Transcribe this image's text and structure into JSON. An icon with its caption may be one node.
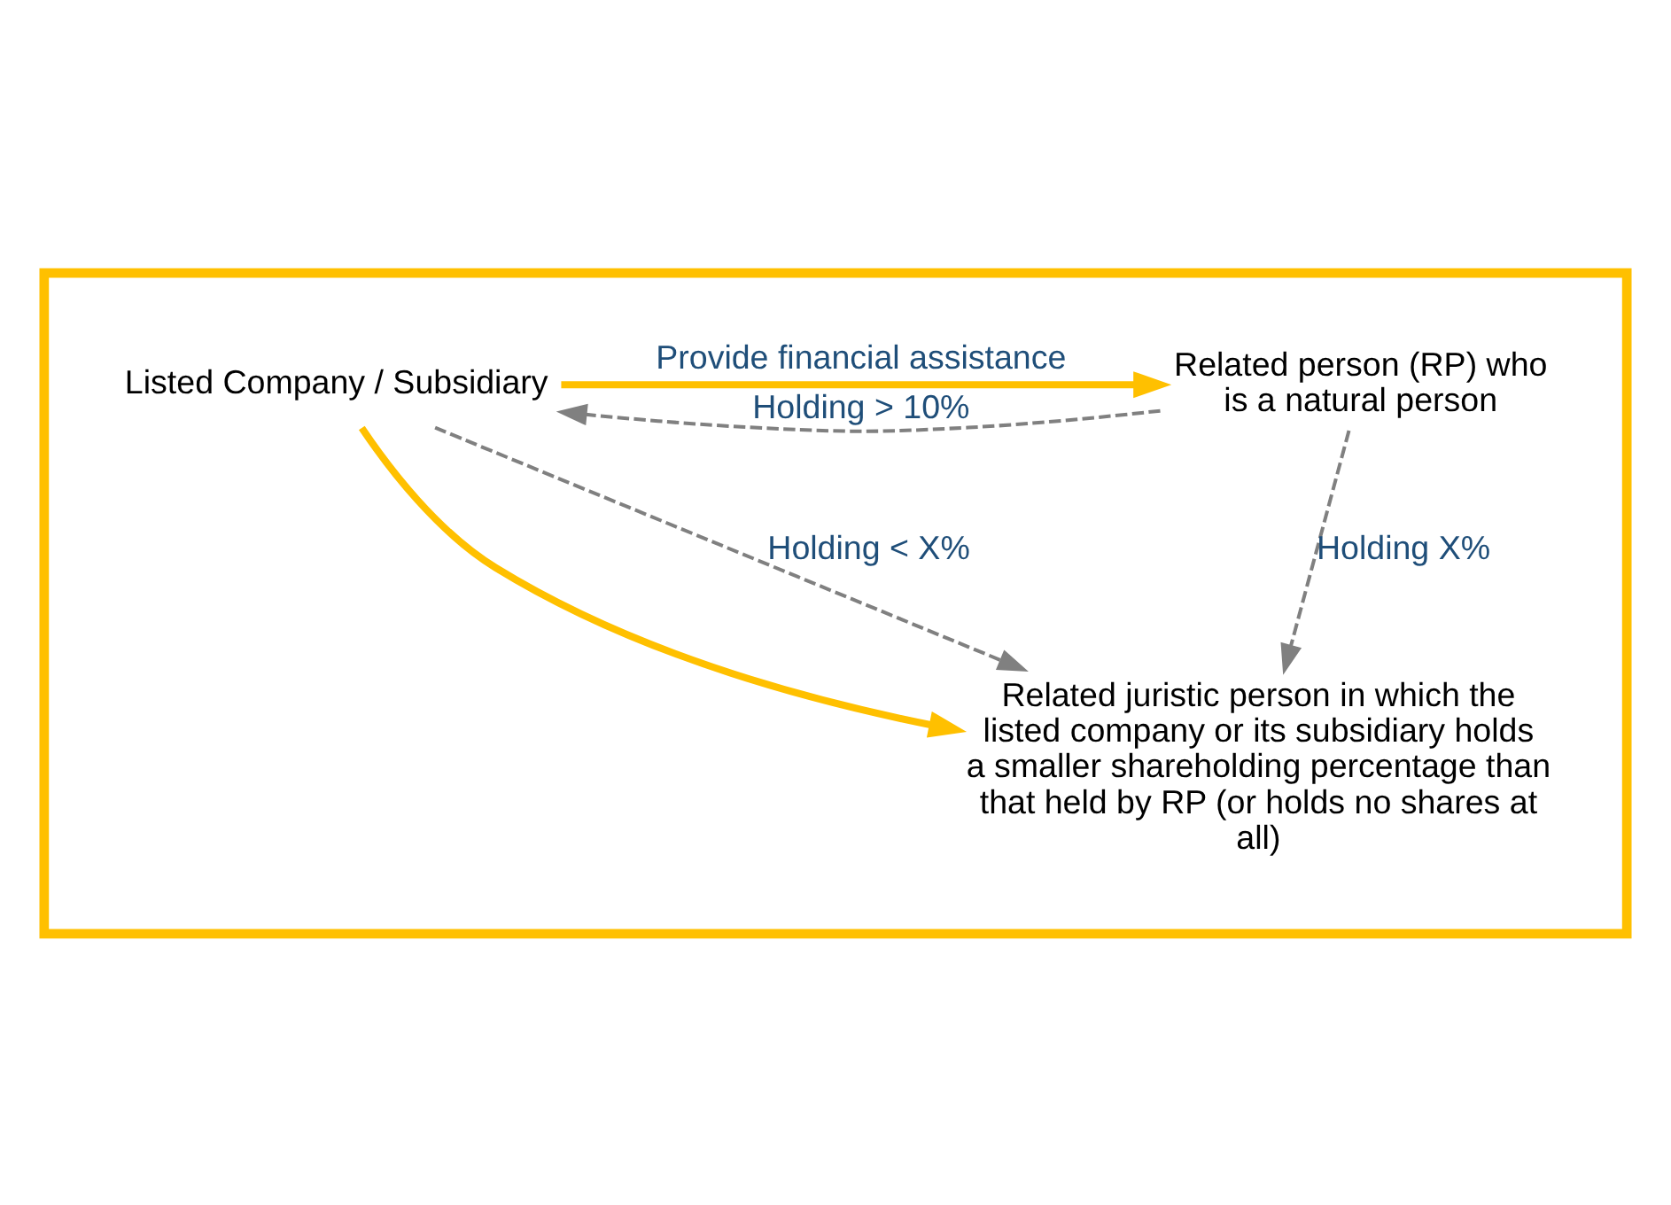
{
  "diagram": {
    "nodes": [
      {
        "text": [],
        "shape": "box"
      },
      {
        "text": [
          "Listed Company / Subsidiary"
        ],
        "in": 0
      },
      {
        "text": [
          "Related person (RP) who is a natural person"
        ],
        "in": 0
      },
      {
        "text": [
          "Related juristic person in which the listed company or its subsidiary holds a smaller shareholding percentage than that held by RP (or holds no shares at all)"
        ],
        "in": 0
      }
    ],
    "edges": [
      {
        "from": 2,
        "to": 1,
        "arrow": "to",
        "label": "Holding > 10%",
        "style": "dashed"
      },
      {
        "from": 1,
        "to": 2,
        "arrow": "to",
        "label": "Provide financial assistance",
        "style": "thick",
        "color": "#ffc000"
      },
      {
        "from": 1,
        "to": 3,
        "arrow": "to",
        "style": "thick",
        "color": "#ffc000"
      },
      {
        "from": 2,
        "to": 3,
        "arrow": "to",
        "label": "Holding X%",
        "style": "dashed"
      },
      {
        "from": 1,
        "to": 3,
        "arrow": "to",
        "label": "Holding < X%",
        "style": "dashed"
      }
    ]
  }
}
